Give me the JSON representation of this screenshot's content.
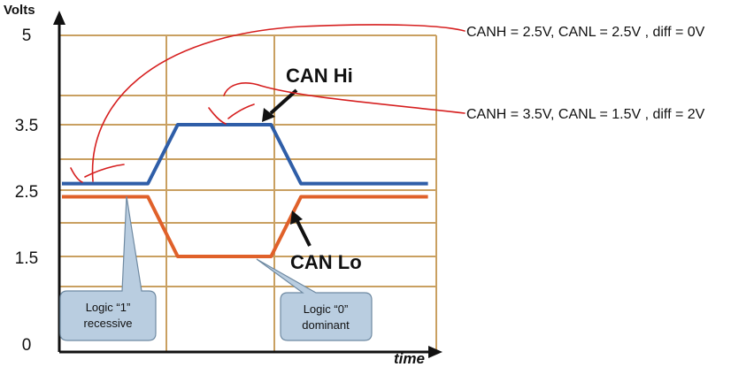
{
  "chart_data": {
    "type": "line",
    "ylabel": "Volts",
    "xlabel": "time",
    "ylim": [
      0,
      5
    ],
    "yticks": [
      "0",
      "1.5",
      "2.5",
      "3.5",
      "5"
    ],
    "grid": true,
    "colors": {
      "grid": "#c9a061",
      "can_hi": "#2f5ea8",
      "can_lo": "#e0612a",
      "callout": "#b9cde0",
      "annotation": "#d61f1f"
    },
    "series": [
      {
        "name": "CAN Hi",
        "x": [
          0.0,
          0.23,
          0.31,
          0.56,
          0.64,
          0.98
        ],
        "values": [
          2.6,
          2.6,
          3.5,
          3.5,
          2.6,
          2.6
        ]
      },
      {
        "name": "CAN Lo",
        "x": [
          0.0,
          0.23,
          0.31,
          0.56,
          0.64,
          0.98
        ],
        "values": [
          2.4,
          2.4,
          1.5,
          1.5,
          2.4,
          2.4
        ]
      }
    ],
    "callouts": [
      {
        "line1": "Logic “1”",
        "line2": "recessive"
      },
      {
        "line1": "Logic “0”",
        "line2": "dominant"
      }
    ],
    "annotations": [
      {
        "text": "CANH = 2.5V, CANL = 2.5V , diff = 0V"
      },
      {
        "text": "CANH = 3.5V, CANL = 1.5V , diff = 2V"
      }
    ]
  }
}
